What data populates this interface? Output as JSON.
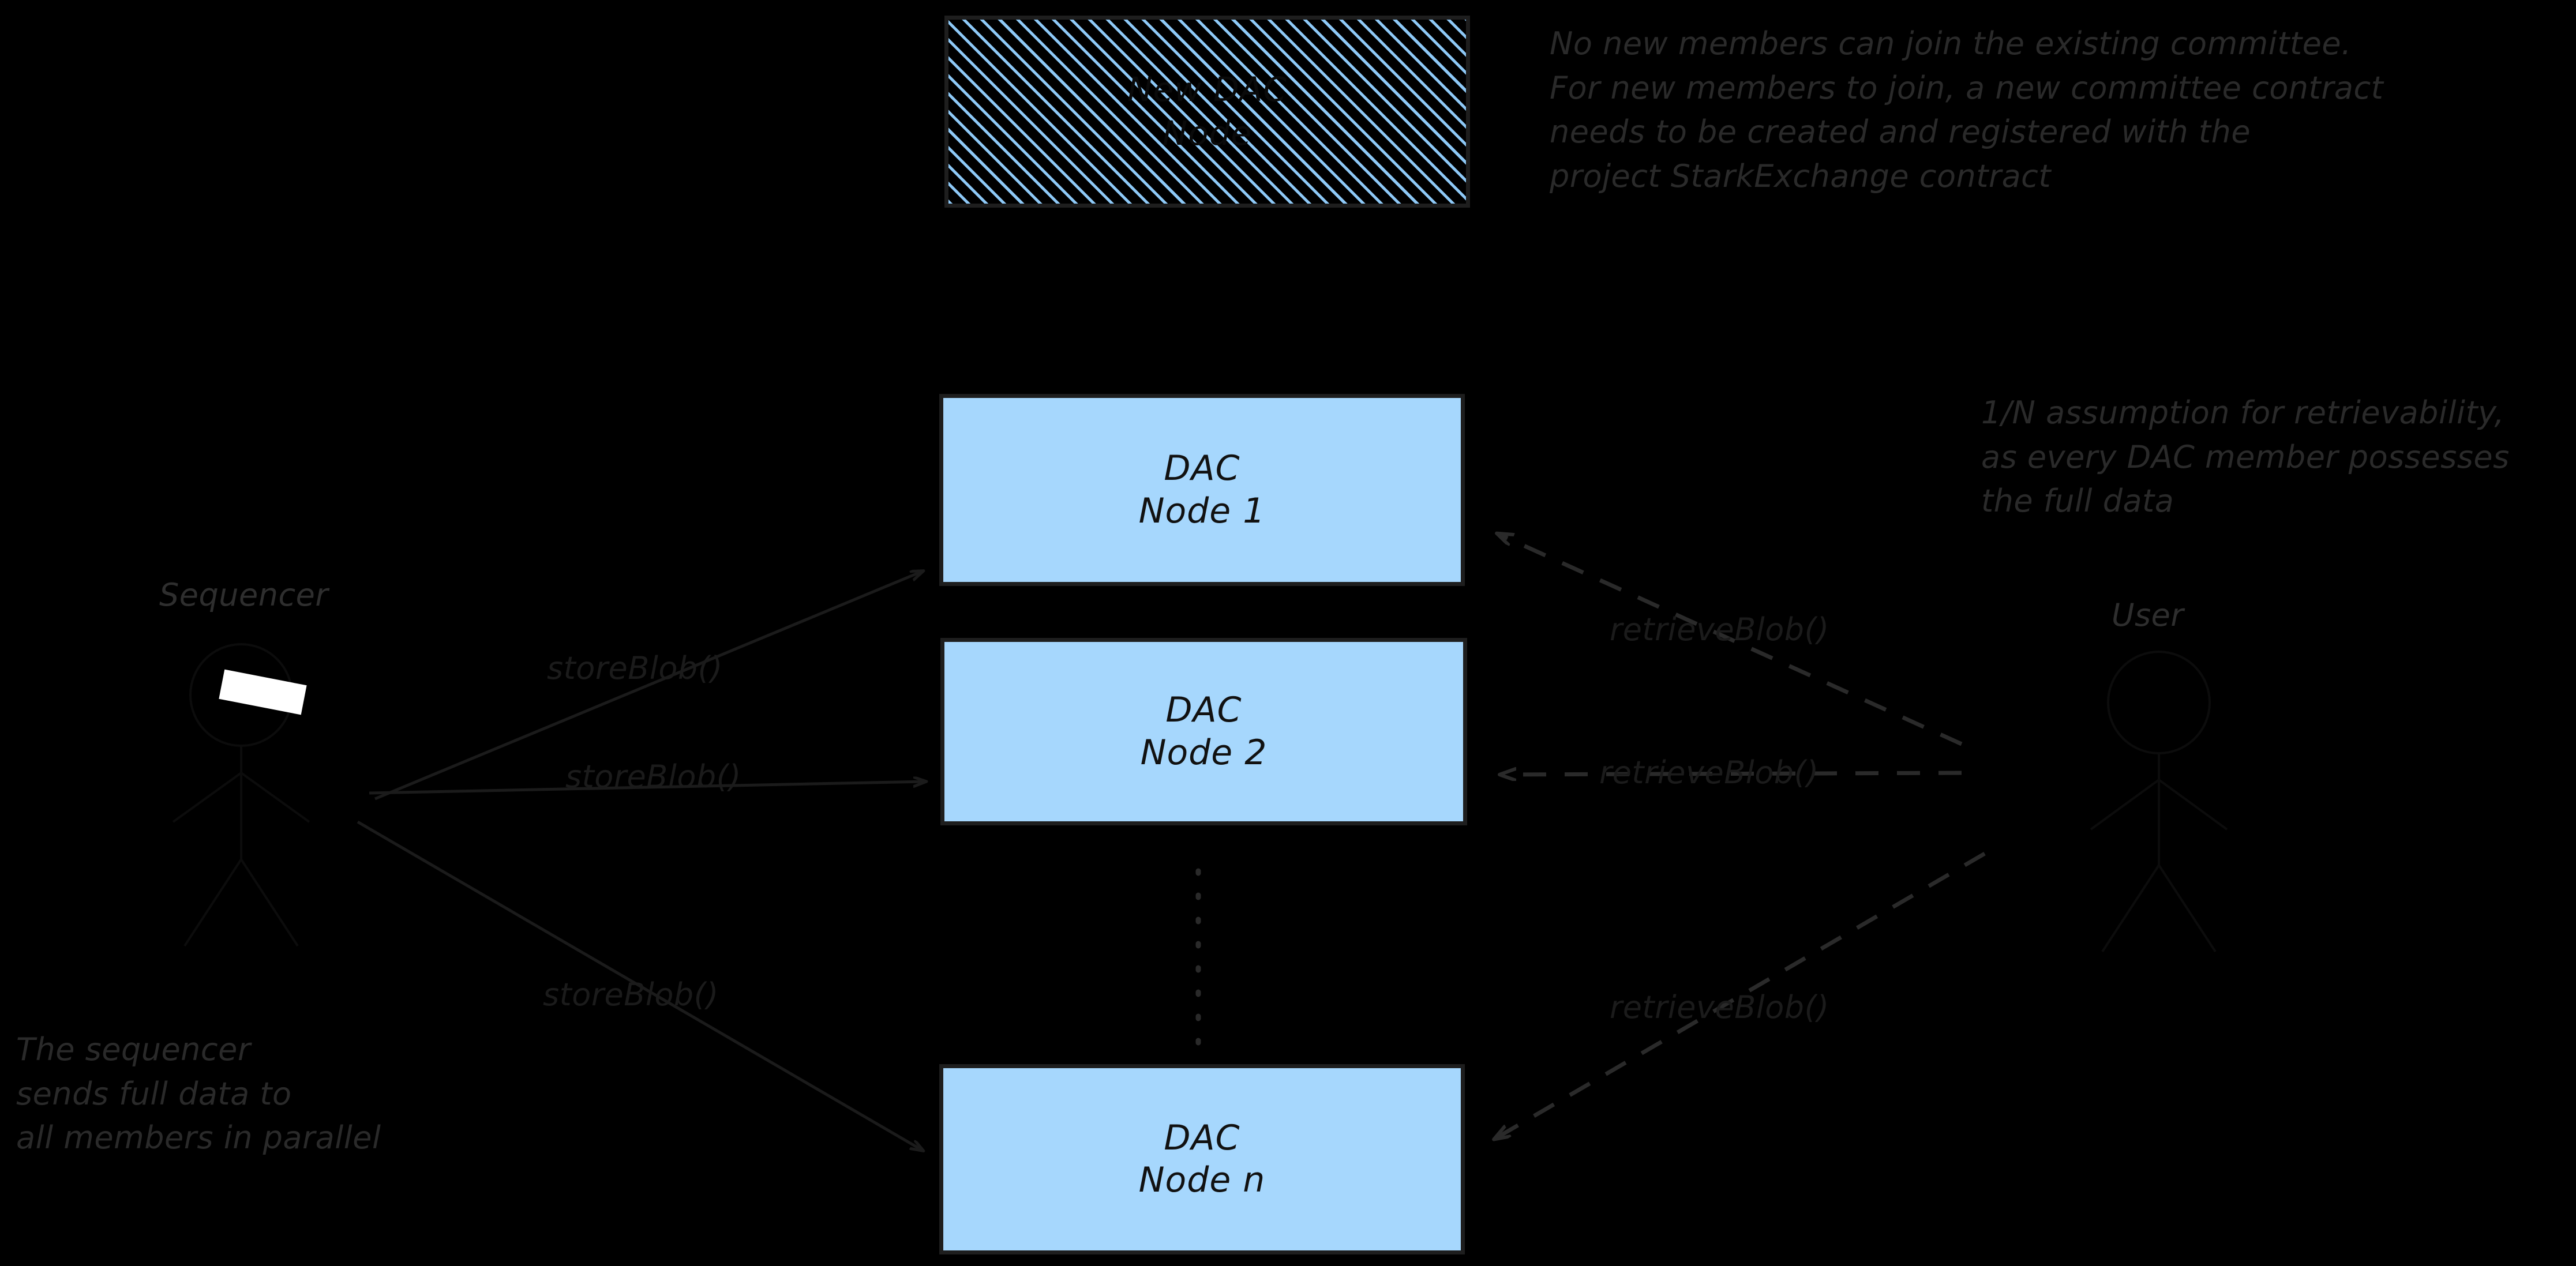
{
  "diagram": {
    "title_hidden": "",
    "background_color": "#000000",
    "node_fill_color": "#a6d7fd",
    "node_border_color": "#1e1e1e",
    "hatch_stripe_color": "#8ec9f7",
    "annotation_text_color": "#2a2a2a",
    "edge_color": "#1b1b1b"
  },
  "actors": [
    {
      "id": "sequencer",
      "label": "Sequencer"
    },
    {
      "id": "user",
      "label": "User"
    }
  ],
  "nodes": [
    {
      "id": "new-dac-node",
      "style": "hatched",
      "line1": "New DAC",
      "line2": "Node"
    },
    {
      "id": "dac-node-1",
      "style": "filled",
      "line1": "DAC",
      "line2": "Node 1"
    },
    {
      "id": "dac-node-2",
      "style": "filled",
      "line1": "DAC",
      "line2": "Node 2"
    },
    {
      "id": "dac-node-n",
      "style": "filled",
      "line1": "DAC",
      "line2": "Node n"
    }
  ],
  "edges": [
    {
      "id": "store-1",
      "label": "storeBlob()",
      "from": "sequencer",
      "to": "dac-node-1",
      "style": "solid"
    },
    {
      "id": "store-2",
      "label": "storeBlob()",
      "from": "sequencer",
      "to": "dac-node-2",
      "style": "solid"
    },
    {
      "id": "store-n",
      "label": "storeBlob()",
      "from": "sequencer",
      "to": "dac-node-n",
      "style": "solid"
    },
    {
      "id": "retrieve-1",
      "label": "retrieveBlob()",
      "from": "user",
      "to": "dac-node-1",
      "style": "dashed"
    },
    {
      "id": "retrieve-2",
      "label": "retrieveBlob()",
      "from": "user",
      "to": "dac-node-2",
      "style": "dashed"
    },
    {
      "id": "retrieve-n",
      "label": "retrieveBlob()",
      "from": "user",
      "to": "dac-node-n",
      "style": "dashed"
    }
  ],
  "annotations": {
    "committee": "No new members can join the existing committee.\nFor new members to join, a new committee contract\nneeds to be created and registered with the\nproject StarkExchange contract",
    "retrievability": "1/N assumption for retrievability,\nas every DAC member possesses\nthe full data",
    "sequencer_note": "The sequencer\nsends full data to\nall members in parallel"
  }
}
